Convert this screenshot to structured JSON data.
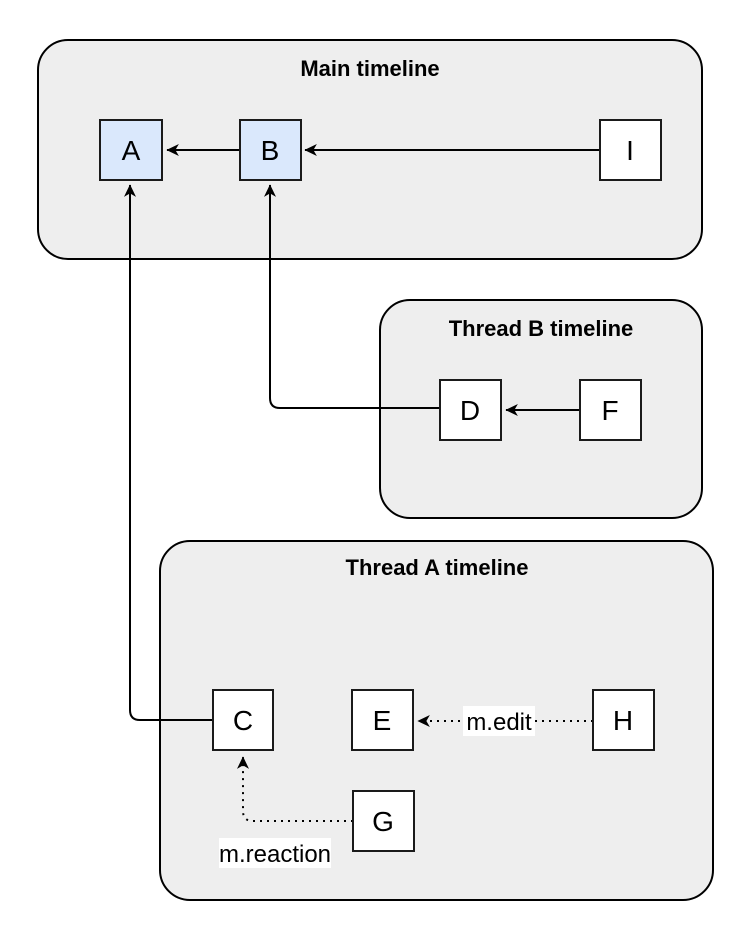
{
  "diagram": {
    "colors": {
      "page_background": "#ffffff",
      "container_fill": "#eeeeee",
      "container_stroke": "#000000",
      "node_fill_highlight": "#dae8fc",
      "node_fill_default": "#ffffff",
      "node_stroke": "#1a1a1a",
      "edge_color": "#000000",
      "label_background": "#ffffff"
    },
    "containers": [
      {
        "title": "Main timeline"
      },
      {
        "title": "Thread B timeline"
      },
      {
        "title": "Thread A timeline"
      }
    ],
    "nodes": [
      {
        "label": "A"
      },
      {
        "label": "B"
      },
      {
        "label": "I"
      },
      {
        "label": "D"
      },
      {
        "label": "F"
      },
      {
        "label": "C"
      },
      {
        "label": "E"
      },
      {
        "label": "H"
      },
      {
        "label": "G"
      }
    ],
    "edge_labels": [
      {
        "text": "m.edit"
      },
      {
        "text": "m.reaction"
      }
    ]
  }
}
